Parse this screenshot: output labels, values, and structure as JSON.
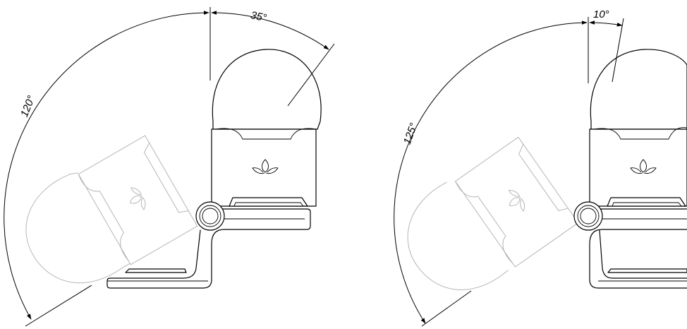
{
  "views": [
    {
      "id": "left-view",
      "forward_angle": "35°",
      "back_angle": "120°"
    },
    {
      "id": "right-view",
      "forward_angle": "10°",
      "back_angle": "125°"
    }
  ],
  "colors": {
    "outline": "#000000",
    "ghost_outline": "#b5b5b5",
    "background": "#ffffff"
  },
  "icons": [
    "plant-sprout-logo-icon"
  ]
}
